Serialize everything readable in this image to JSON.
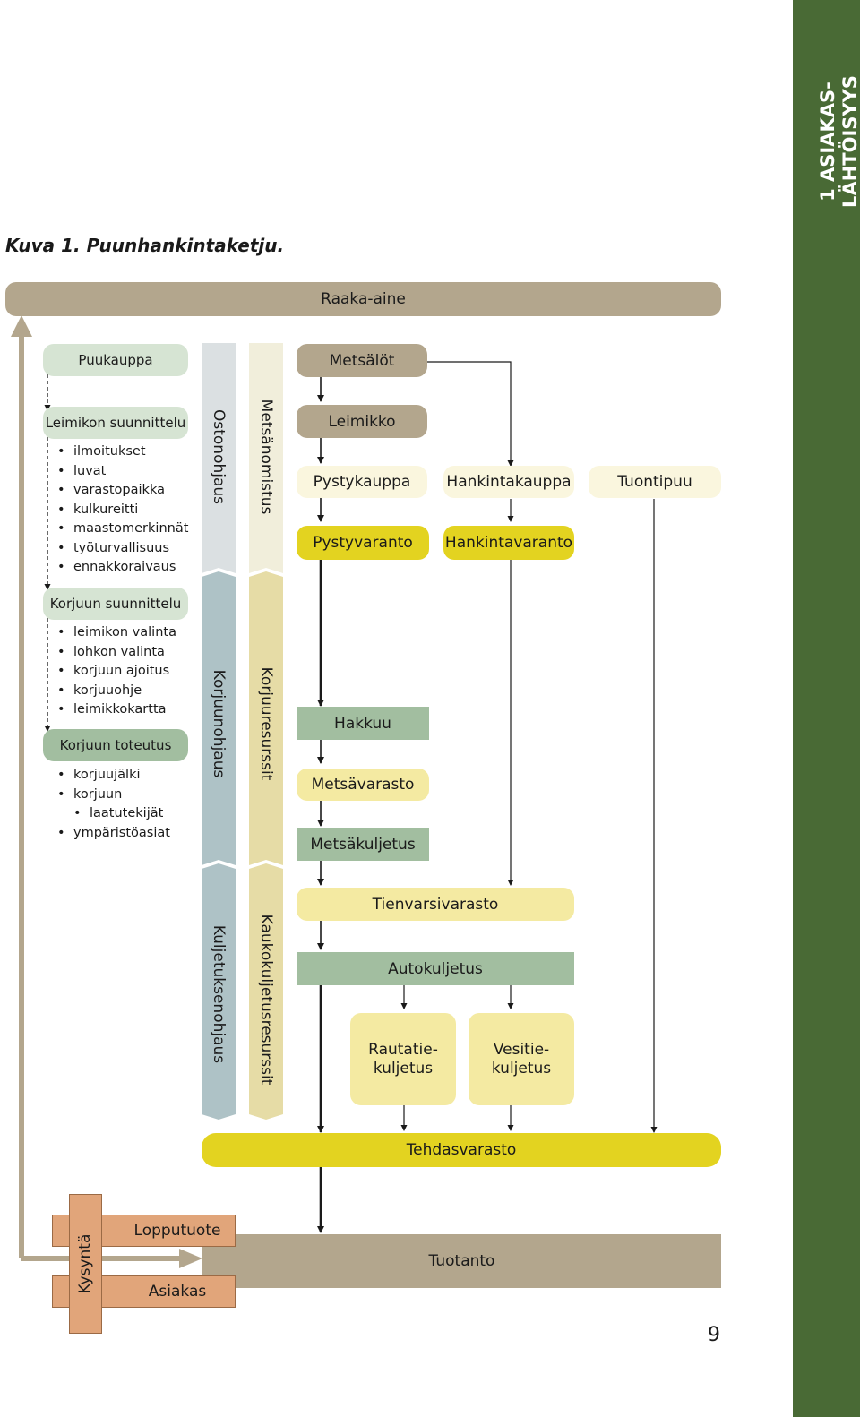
{
  "sidebar": {
    "line1": "1 ASIAKAS-",
    "line2": "LÄHTÖISYYS"
  },
  "caption": "Kuva 1. Puunhankintaketju.",
  "nodes": {
    "raaka_aine": "Raaka-aine",
    "metsalot": "Metsälöt",
    "leimikko": "Leimikko",
    "pystykauppa": "Pystykauppa",
    "hankintakauppa": "Hankintakauppa",
    "tuontipuu": "Tuontipuu",
    "pystyvaranto": "Pystyvaranto",
    "hankintavaranto": "Hankintavaranto",
    "hakkuu": "Hakkuu",
    "metsavarasto": "Metsävarasto",
    "metsakuljetus": "Metsäkuljetus",
    "tienvarsivarasto": "Tienvarsivarasto",
    "autokuljetus": "Autokuljetus",
    "rautatie_1": "Rautatie-",
    "rautatie_2": "kuljetus",
    "vesitie_1": "Vesitie-",
    "vesitie_2": "kuljetus",
    "tehdasvarasto": "Tehdasvarasto",
    "tuotanto": "Tuotanto"
  },
  "left_column": {
    "puukauppa": "Puukauppa",
    "leimikon_suunnittelu": "Leimikon suunnittelu",
    "leimikon_items": [
      "ilmoitukset",
      "luvat",
      "varastopaikka",
      "kulkureitti",
      "maastomerkinnät",
      "työturvallisuus",
      "ennakkoraivaus"
    ],
    "korjuun_suunnittelu": "Korjuun suunnittelu",
    "korjuun_suunnittelu_items": [
      "leimikon valinta",
      "lohkon valinta",
      "korjuun ajoitus",
      "korjuuohje",
      "leimikkokartta"
    ],
    "korjuun_toteutus": "Korjuun toteutus",
    "korjuun_toteutus_items": [
      "korjuujälki",
      "korjuun",
      "laatutekijät",
      "ympäristöasiat"
    ]
  },
  "vertical_bands": {
    "ostonohjaus": "Ostonohjaus",
    "metsanomistus": "Metsänomistus",
    "korjuunohjaus": "Korjuunohjaus",
    "korjuuresurssit": "Korjuuresurssit",
    "kuljetuksenohjaus": "Kuljetuksenohjaus",
    "kaukokuljetusresurssit": "Kaukokuljetusresurssit"
  },
  "bottom": {
    "lopputuote": "Lopputuote",
    "asiakas": "Asiakas",
    "kysynta": "Kysyntä"
  },
  "page_number": "9",
  "colors": {
    "sidebar": "#496a35",
    "tan": "#b3a68d",
    "light_green": "#d6e4d3",
    "medium_green": "#a2bea0",
    "pale_yellow": "#faf6de",
    "cream": "#f4eaa2",
    "yellow": "#e3d320",
    "orange": "#e1a57a"
  }
}
